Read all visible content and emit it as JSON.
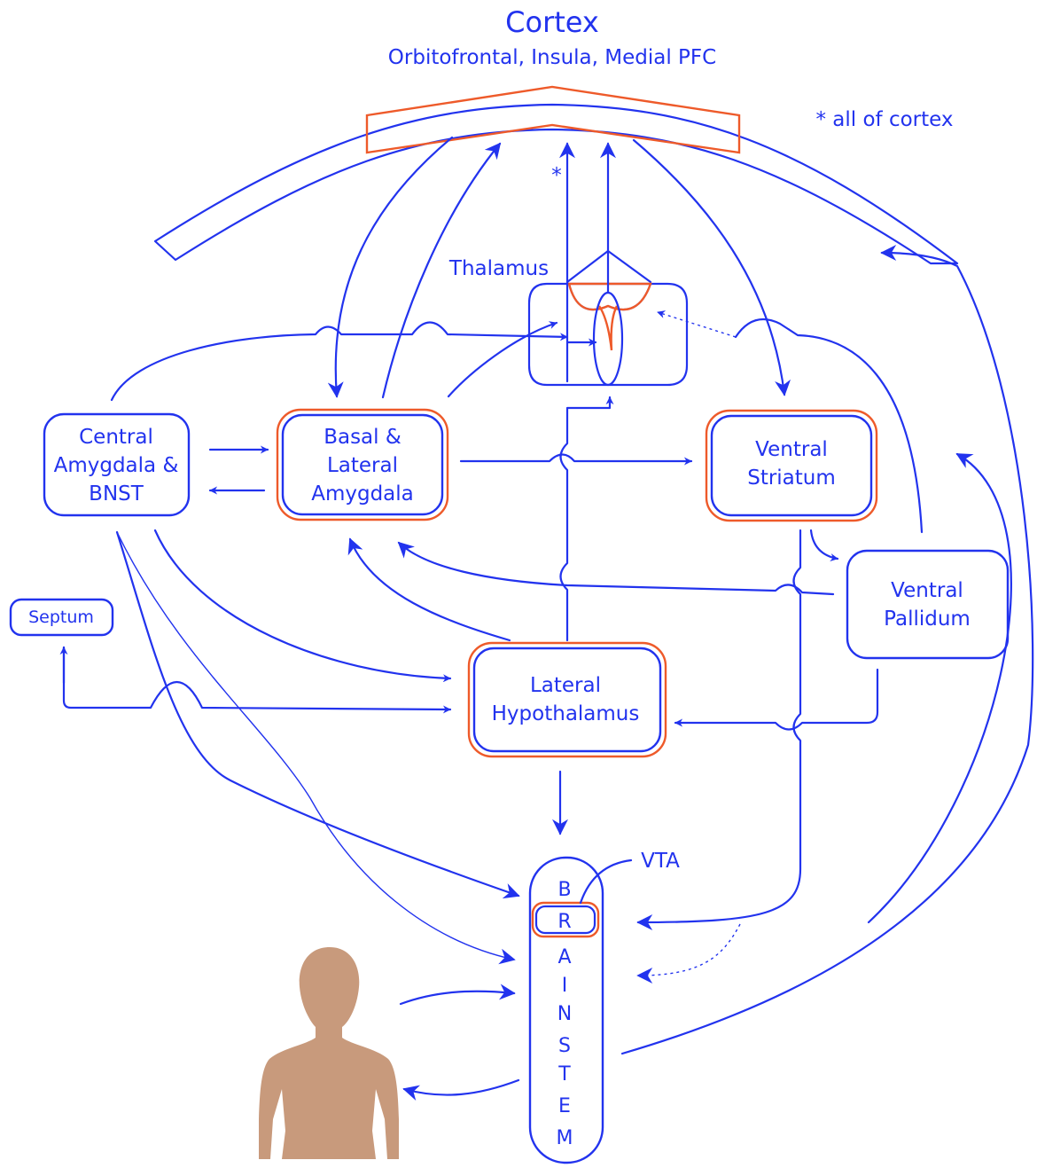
{
  "cortex": {
    "title": "Cortex",
    "subtitle": "Orbitofrontal, Insula, Medial PFC",
    "note": "* all of cortex",
    "asterisk": "*"
  },
  "thalamus": {
    "label": "Thalamus"
  },
  "nodes": {
    "central_amygdala": [
      "Central",
      "Amygdala &",
      "BNST"
    ],
    "basal_lateral_amygdala": [
      "Basal &",
      "Lateral",
      "Amygdala"
    ],
    "ventral_striatum": [
      "Ventral",
      "Striatum"
    ],
    "ventral_pallidum": [
      "Ventral",
      "Pallidum"
    ],
    "septum": "Septum",
    "lateral_hypothalamus": [
      "Lateral",
      "Hypothalamus"
    ],
    "vta": "VTA"
  },
  "brainstem": {
    "letters": [
      "B",
      "R",
      "A",
      "I",
      "N",
      "S",
      "T",
      "E",
      "M"
    ]
  },
  "colors": {
    "line": "#2233ee",
    "highlight": "#ee5a2a",
    "figure": "#c89a7c"
  },
  "icons": {
    "body": "human-silhouette-icon"
  }
}
